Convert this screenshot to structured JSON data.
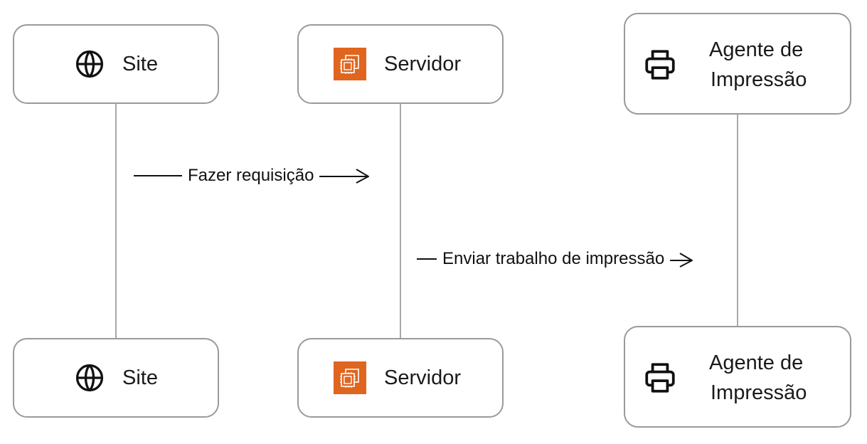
{
  "participants": {
    "site": {
      "label": "Site",
      "icon": "globe-icon"
    },
    "server": {
      "label": "Servidor",
      "icon": "aws-ec2-icon",
      "icon_color": "#E0651E"
    },
    "agent": {
      "label_line1": "Agente de",
      "label_line2": "Impressão",
      "icon": "printer-icon"
    }
  },
  "messages": [
    {
      "label": "Fazer requisição",
      "from": "Site",
      "to": "Servidor"
    },
    {
      "label": "Enviar trabalho de impressão",
      "from": "Servidor",
      "to": "Agente de Impressão"
    }
  ]
}
